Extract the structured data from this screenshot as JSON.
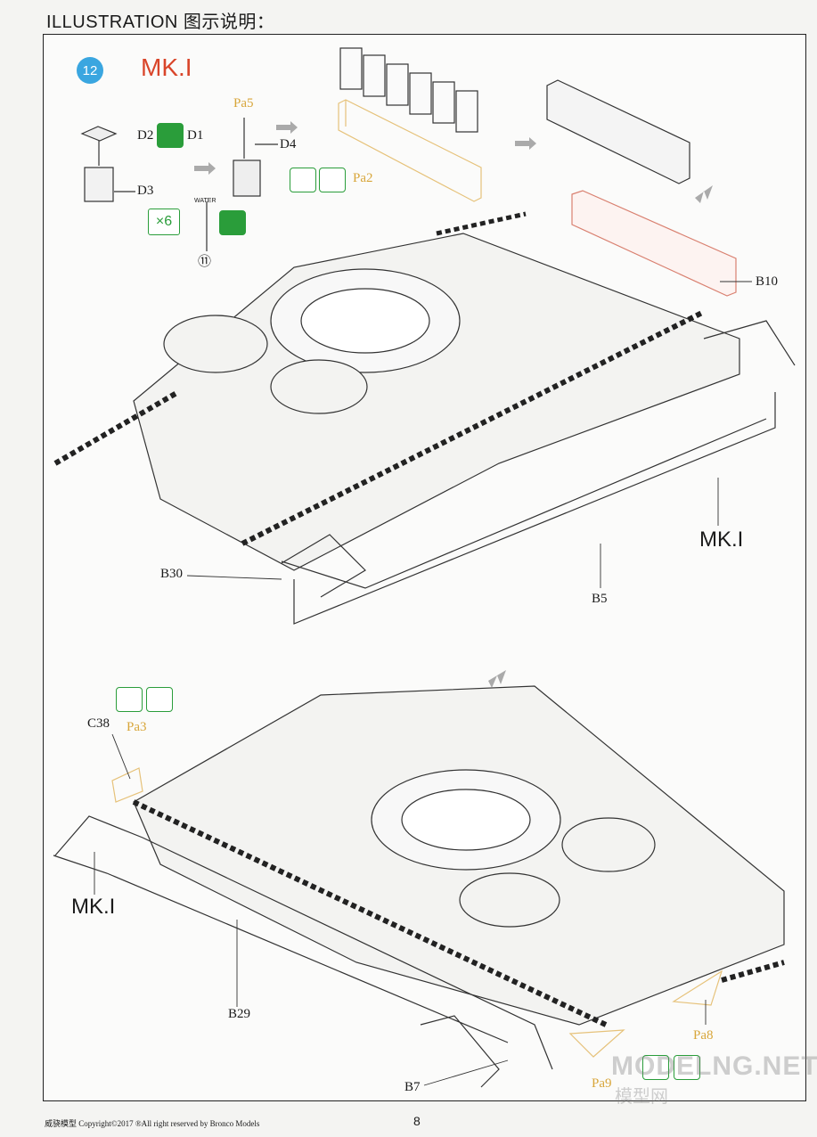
{
  "header": {
    "title": "ILLUSTRATION 图示说明："
  },
  "step": {
    "number": "12",
    "variant": "MK.I"
  },
  "labels": {
    "d1": "D1",
    "d2": "D2",
    "d3": "D3",
    "d4": "D4",
    "pa5": "Pa5",
    "pa2": "Pa2",
    "pa3": "Pa3",
    "pa8": "Pa8",
    "pa9": "Pa9",
    "b10": "B10",
    "b30": "B30",
    "b5": "B5",
    "b29": "B29",
    "b7": "B7",
    "c38": "C38",
    "mk_right": "MK.I",
    "mk_left": "MK.I",
    "water": "WATER",
    "x6": "×6",
    "circled11": "⑪"
  },
  "footer": {
    "text": "威骁模型  Copyright©2017  ®All right reserved by Bronco Models",
    "page": "8"
  },
  "watermark": {
    "line1": "MODELNG.NET",
    "line2": "模型网"
  },
  "colors": {
    "accent_blue": "#3aa6e0",
    "variant_red": "#d9452a",
    "paint_orange": "#d8a63a",
    "icon_green": "#2a9d3a"
  }
}
